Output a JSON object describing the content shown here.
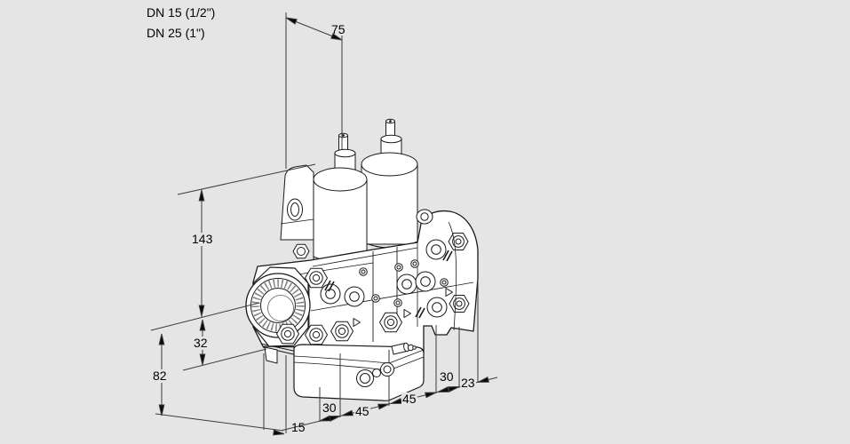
{
  "drawing": {
    "title": "valve-dimension-drawing",
    "product_labels": {
      "line1": "DN 15 (1/2\")",
      "line2": "DN 25 (1\")"
    },
    "dimensions": {
      "width_75": "75",
      "height_143": "143",
      "offset_32": "32",
      "height_82": "82",
      "depth_15": "15",
      "chain": [
        "30",
        "45",
        "45",
        "30",
        "23"
      ]
    },
    "colors": {
      "background": "#e5e5e5",
      "outline": "#1a1a1a",
      "fill": "#ffffff",
      "dimension_line": "#3c3c3c",
      "arrow": "#0a0a0a",
      "text": "#000000"
    }
  }
}
